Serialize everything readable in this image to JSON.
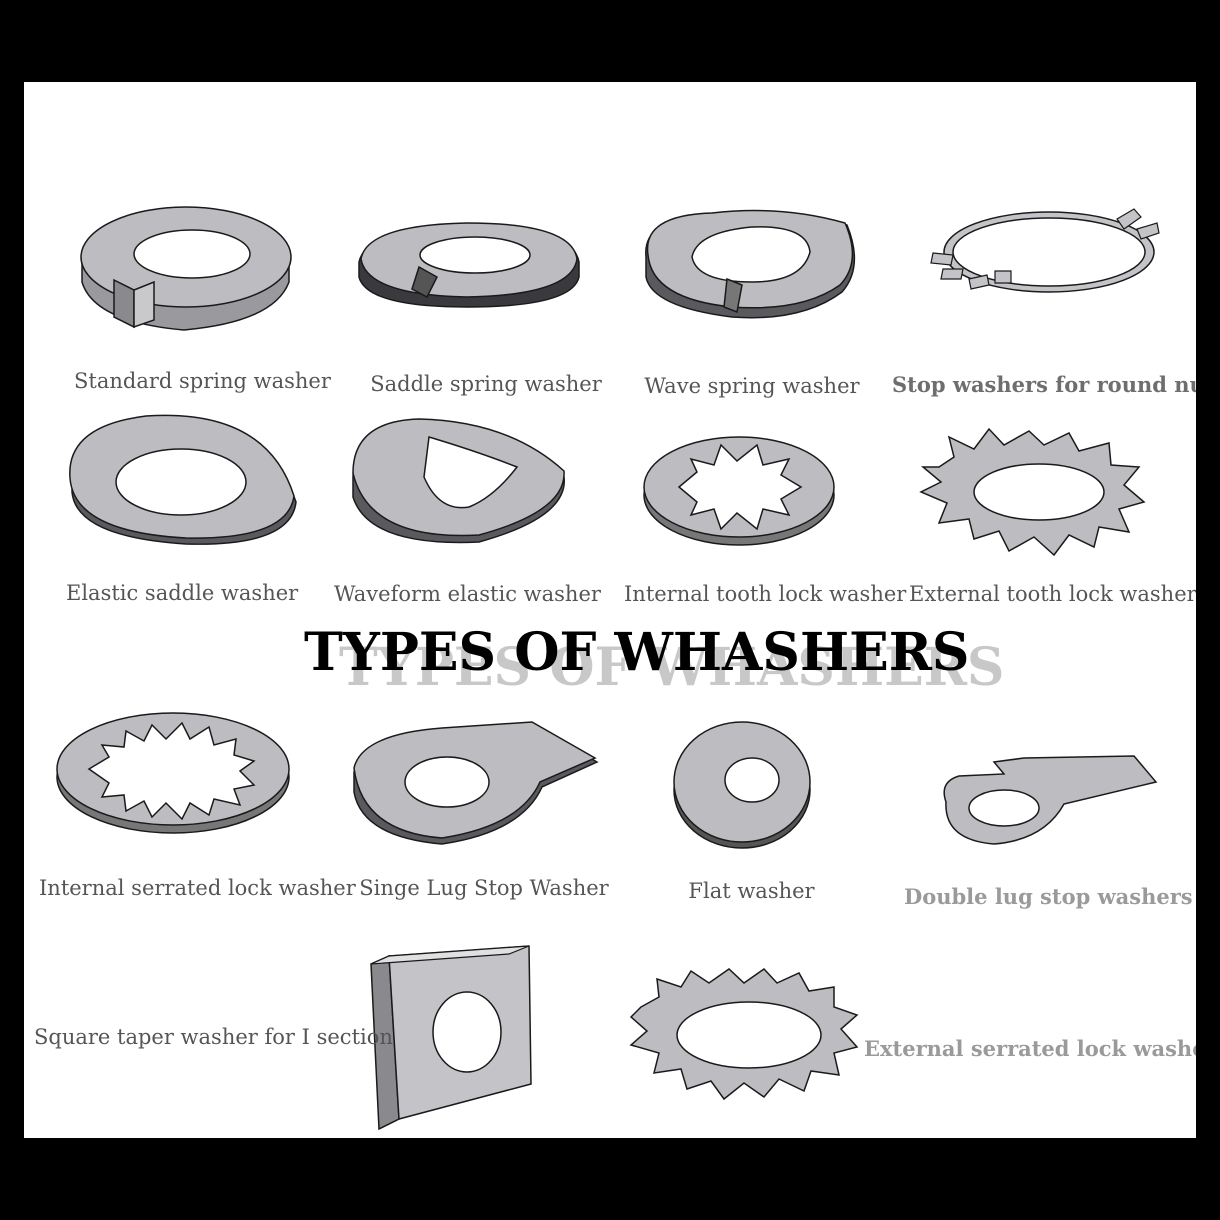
{
  "title": "TYPES OF WHASHERS",
  "colors": {
    "metal": "#b9b9bd",
    "metal_dark": "#8d8d92",
    "outline": "#1a1a1a",
    "background": "#ffffff",
    "frame": "#000000"
  },
  "washers": [
    {
      "label": "Standard spring washer",
      "icon": "standard-spring-washer-icon"
    },
    {
      "label": "Saddle spring washer",
      "icon": "saddle-spring-washer-icon"
    },
    {
      "label": "Wave spring washer",
      "icon": "wave-spring-washer-icon"
    },
    {
      "label": "Stop washers for round nuts",
      "icon": "stop-washer-round-nuts-icon"
    },
    {
      "label": "Elastic saddle washer",
      "icon": "elastic-saddle-washer-icon"
    },
    {
      "label": "Waveform elastic washer",
      "icon": "waveform-elastic-washer-icon"
    },
    {
      "label": "Internal tooth lock washer",
      "icon": "internal-tooth-lock-washer-icon"
    },
    {
      "label": "External tooth lock washer",
      "icon": "external-tooth-lock-washer-icon"
    },
    {
      "label": "Internal serrated lock washer",
      "icon": "internal-serrated-lock-washer-icon"
    },
    {
      "label": "Singe Lug Stop Washer",
      "icon": "single-lug-stop-washer-icon"
    },
    {
      "label": "Flat washer",
      "icon": "flat-washer-icon"
    },
    {
      "label": "Double lug stop washers",
      "icon": "double-lug-stop-washer-icon"
    },
    {
      "label": "Square taper washer for I section",
      "icon": "square-taper-washer-icon"
    },
    {
      "label": "External serrated lock washers",
      "icon": "external-serrated-lock-washer-icon"
    }
  ]
}
